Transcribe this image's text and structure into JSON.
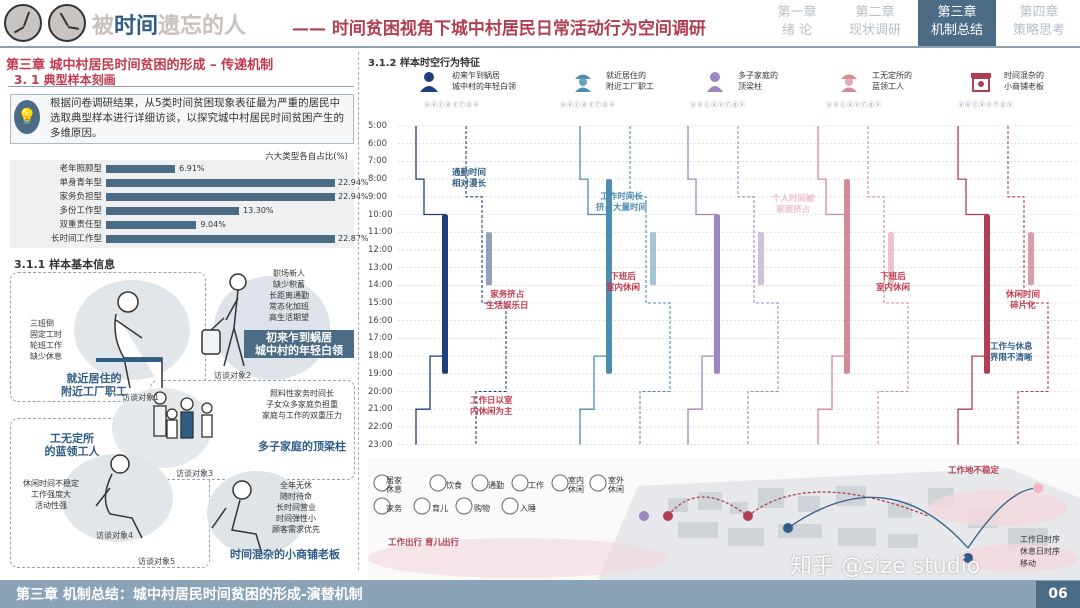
{
  "header": {
    "title_a": "被",
    "title_b": "时间",
    "title_c": "遗忘的人",
    "subtitle": "—— 时间贫困视角下城中村居民日常活动行为空间调研",
    "tabs": [
      {
        "l1": "第一章",
        "l2": "绪  论",
        "on": false
      },
      {
        "l1": "第二章",
        "l2": "现状调研",
        "on": false
      },
      {
        "l1": "第三章",
        "l2": "机制总结",
        "on": true
      },
      {
        "l1": "第四章",
        "l2": "策略思考",
        "on": false
      }
    ]
  },
  "chapter": "第三章  城中村居民时间贫困的形成 – 传递机制",
  "sec31": "3. 1  典型样本刻画",
  "intro": "根据问卷调研结果，从5类时间贫困现象表征最为严重的居民中选取典型样本进行详细访谈，以探究城中村居民时间贫困产生的多维原因。",
  "bar_title": "六大类型各自占比(%)",
  "bars": [
    {
      "label": "老年照顾型",
      "value": 6.91,
      "text": "6.91%"
    },
    {
      "label": "单身青年型",
      "value": 22.94,
      "text": "22.94%"
    },
    {
      "label": "家务负担型",
      "value": 22.94,
      "text": "22.94%"
    },
    {
      "label": "多份工作型",
      "value": 13.3,
      "text": "13.30%"
    },
    {
      "label": "双重责任型",
      "value": 9.04,
      "text": "9.04%"
    },
    {
      "label": "长时间工作型",
      "value": 22.87,
      "text": "22.87%"
    }
  ],
  "s311": "3.1.1  样本基本信息",
  "people": {
    "p1": {
      "obj": "访谈对象1",
      "tag": "就近居住的\n附近工厂职工",
      "note": "三班倒\n固定工时\n轮班工作\n缺少休息"
    },
    "p2": {
      "obj": "访谈对象2",
      "tag": "初来乍到蜗居\n城中村的年轻白领",
      "note": "职场新人\n缺少积蓄\n长距离通勤\n常态化加班\n高生活期望"
    },
    "p3": {
      "obj": "访谈对象3",
      "tag": "多子家庭的顶梁柱",
      "note": "照料性家务时间长\n子女众多家庭负担重\n家庭与工作的双重压力"
    },
    "p4": {
      "obj": "访谈对象4",
      "tag": "工无定所\n的蓝领工人",
      "note": "休闲时间不稳定\n工作强度大\n活动性强"
    },
    "p5": {
      "obj": "访谈对象5",
      "tag": "时间混杂的小商铺老板",
      "note": "全年无休\n随时待命\n长时间营业\n时间弹性小\n顾客需求优先"
    }
  },
  "s312": "3.1.2  样本时空行为特征",
  "groups": [
    {
      "l1": "初来乍到蜗居",
      "l2": "城中村的年轻白领"
    },
    {
      "l1": "就近居住的",
      "l2": "附近工厂职工"
    },
    {
      "l1": "多子家庭的",
      "l2": "顶梁柱"
    },
    {
      "l1": "工无定所的",
      "l2": "蓝领工人"
    },
    {
      "l1": "时间混杂的",
      "l2": "小商铺老板"
    }
  ],
  "hours": [
    "5:00",
    "6:00",
    "7:00",
    "8:00",
    "9:00",
    "10:00",
    "11:00",
    "12:00",
    "13:00",
    "14:00",
    "15:00",
    "16:00",
    "17:00",
    "18:00",
    "19:00",
    "20:00",
    "21:00",
    "22:00",
    "23:00"
  ],
  "callouts": [
    {
      "text": "通勤时间\n相对漫长",
      "color": "#2f5d86"
    },
    {
      "text": "工作时间长\n挤占大量时间",
      "color": "#4c8cb0"
    },
    {
      "text": "个人时间被\n家庭挤占",
      "color": "#f0c0cc"
    },
    {
      "text": "家务挤占\n生活娱乐日",
      "color": "#c0394f"
    },
    {
      "text": "下班后\n室内休闲",
      "color": "#c0394f"
    },
    {
      "text": "下班后\n室内休闲",
      "color": "#c0394f"
    },
    {
      "text": "工作日以室\n内休闲为主",
      "color": "#c0394f"
    },
    {
      "text": "休闲时间\n碎片化",
      "color": "#c0394f"
    },
    {
      "text": "工作与休息\n界限不清晰",
      "color": "#2f5d86"
    }
  ],
  "legend_acts": [
    "居家\n休息",
    "饮食",
    "通勤",
    "工作",
    "室内\n休闲",
    "室外\n休闲",
    "家务",
    "育儿",
    "购物",
    "入睡"
  ],
  "map_labels": {
    "work_unstable": "工作地不稳定",
    "childcare": "工作出行  育儿出行"
  },
  "map_legend": [
    "工作日时序",
    "休息日时序",
    "移动"
  ],
  "watermark": "知乎 @size studio",
  "footer": "第三章  机制总结：城中村居民时间贫困的形成-演替机制",
  "page": "06"
}
